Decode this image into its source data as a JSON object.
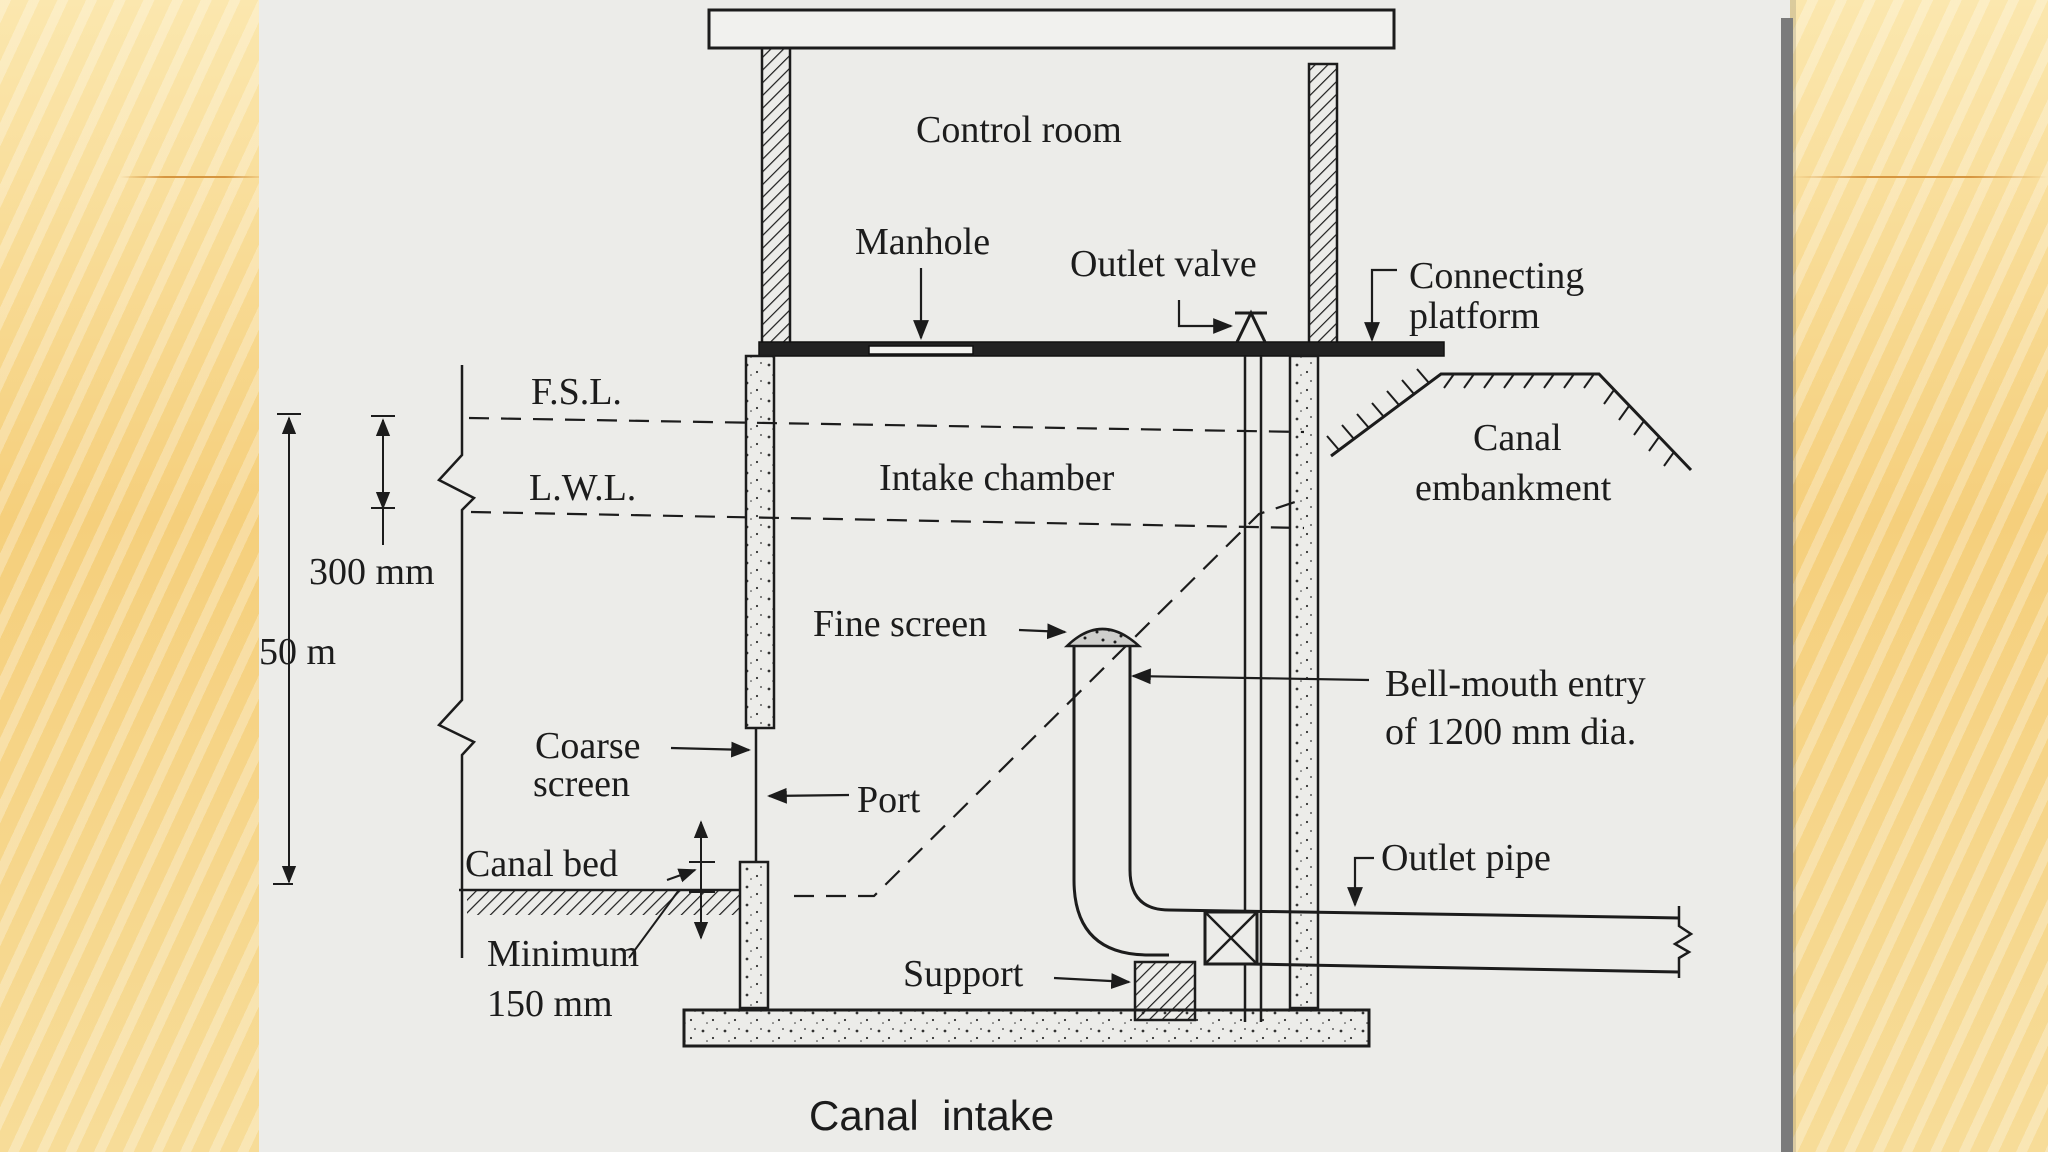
{
  "diagram": {
    "caption": "Canal  intake",
    "labels": {
      "control_room": "Control room",
      "manhole": "Manhole",
      "outlet_valve": "Outlet valve",
      "connecting_platform_1": "Connecting",
      "connecting_platform_2": "platform",
      "fsl": "F.S.L.",
      "lwl": "L.W.L.",
      "intake_chamber": "Intake chamber",
      "canal_embankment_1": "Canal",
      "canal_embankment_2": "embankment",
      "dim_300": "300 mm",
      "dim_50": "50 m",
      "fine_screen": "Fine screen",
      "bell_mouth_1": "Bell-mouth entry",
      "bell_mouth_2": "of 1200 mm dia.",
      "coarse_screen_1": "Coarse",
      "coarse_screen_2": "screen",
      "port": "Port",
      "canal_bed": "Canal bed",
      "outlet_pipe": "Outlet pipe",
      "minimum_1": "Minimum",
      "minimum_2": "150 mm",
      "support": "Support"
    }
  },
  "colors": {
    "background": "#f5cf7c",
    "page": "#ecece9",
    "ink": "#1c1c1c"
  }
}
